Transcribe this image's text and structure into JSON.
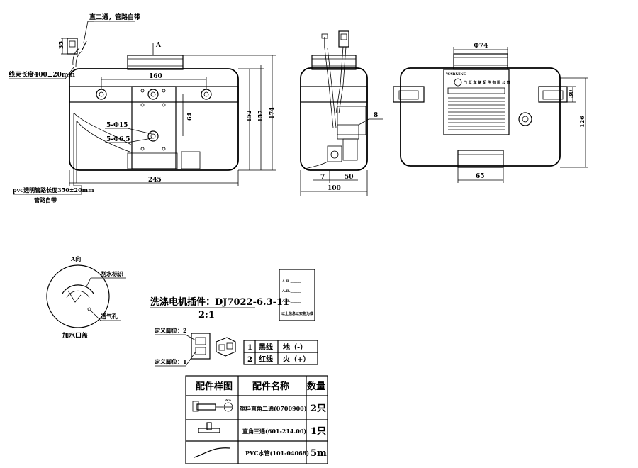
{
  "front_view": {
    "callout_straight_coupler": "直二通，管路自带",
    "wire_harness_length": "线束长度400±20mm",
    "dim_35": "35",
    "dim_160": "160",
    "dim_64": "64",
    "dim_152": "152",
    "dim_157": "157",
    "dim_174": "174",
    "hole_phi15": "5-Φ15",
    "hole_phi6_5": "5-Φ6.5",
    "dim_245": "245",
    "pvc_pipe_length": "pvc透明管路长度350±20mm",
    "pipe_included": "管路自带",
    "view_mark_a": "A"
  },
  "side_view": {
    "dim_8": "8",
    "dim_7": "7",
    "dim_50": "50",
    "dim_100": "100"
  },
  "rear_view": {
    "dim_phi74": "Φ74",
    "dim_30": "30",
    "dim_126": "126",
    "dim_65": "65",
    "label_warning": "WARNING",
    "label_maker": "飞 跃 车 辆 配 件 有 限 公 司"
  },
  "cap_view": {
    "title": "A向",
    "water_level_mark": "刮水标识",
    "vent_hole": "透气孔",
    "filler_cap": "加水口盖"
  },
  "connector": {
    "title": "洗涤电机插件：DJ7022-6.3-11",
    "scale": "2:1",
    "pin_def_2": "定义脚位：2",
    "pin_def_1": "定义脚位：1",
    "pins": [
      {
        "no": "1",
        "wire": "黑线",
        "func": "地（-）"
      },
      {
        "no": "2",
        "wire": "红线",
        "func": "火（+）"
      }
    ]
  },
  "label_card": {
    "lines": [
      "A.B.______",
      "A.B.______",
      "A.B.______"
    ],
    "footer": "以上信息以实物为准"
  },
  "parts_table": {
    "headers": [
      "配件样图",
      "配件名称",
      "数量"
    ],
    "rows": [
      {
        "name": "塑料直角二通(0700900)",
        "qty": "2只",
        "sample_tag": "A-A"
      },
      {
        "name": "直角三通(601-214.00)",
        "qty": "1只"
      },
      {
        "name": "PVC水管(101-04068)",
        "qty": "5m"
      }
    ]
  }
}
